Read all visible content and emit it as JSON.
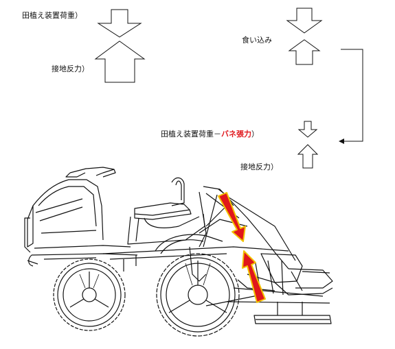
{
  "labels": {
    "top_load": "田植え装置荷重）",
    "top_reaction": "接地反力）",
    "sink": "食い込み",
    "bottom_load_prefix": "田植え装置荷重－",
    "bottom_load_spring": "バネ張力",
    "bottom_load_suffix": "）",
    "bottom_reaction": "接地反力）"
  },
  "colors": {
    "spring_arrow": "#e0161b",
    "spring_arrow_outline": "#f2c200",
    "line": "#111111"
  }
}
